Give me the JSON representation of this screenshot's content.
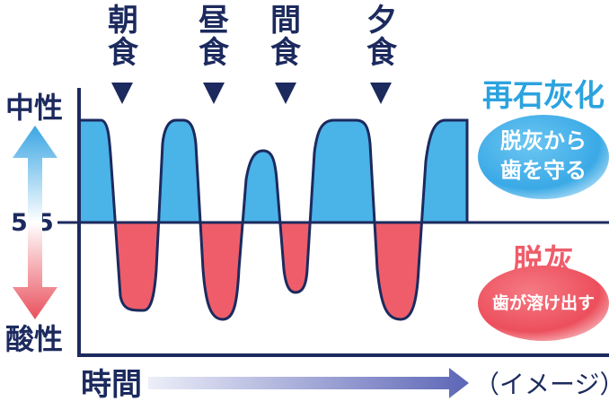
{
  "axis": {
    "top_label": "中性",
    "mid_label": "5.5",
    "bottom_label": "酸性",
    "time_label": "時間",
    "image_note": "（イメージ）"
  },
  "meals": [
    {
      "l1": "朝",
      "l2": "食"
    },
    {
      "l1": "昼",
      "l2": "食"
    },
    {
      "l1": "間",
      "l2": "食"
    },
    {
      "l1": "夕",
      "l2": "食"
    }
  ],
  "remineralization": {
    "title": "再石灰化",
    "line1": "脱灰から",
    "line2": "歯を守る"
  },
  "demineralization": {
    "title": "脱灰",
    "line1": "歯が溶け出す"
  },
  "colors": {
    "navy": "#1c2a5e",
    "blue": "#4ab3e8",
    "red": "#ef5d6a",
    "remin_title": "#2ba3df"
  }
}
